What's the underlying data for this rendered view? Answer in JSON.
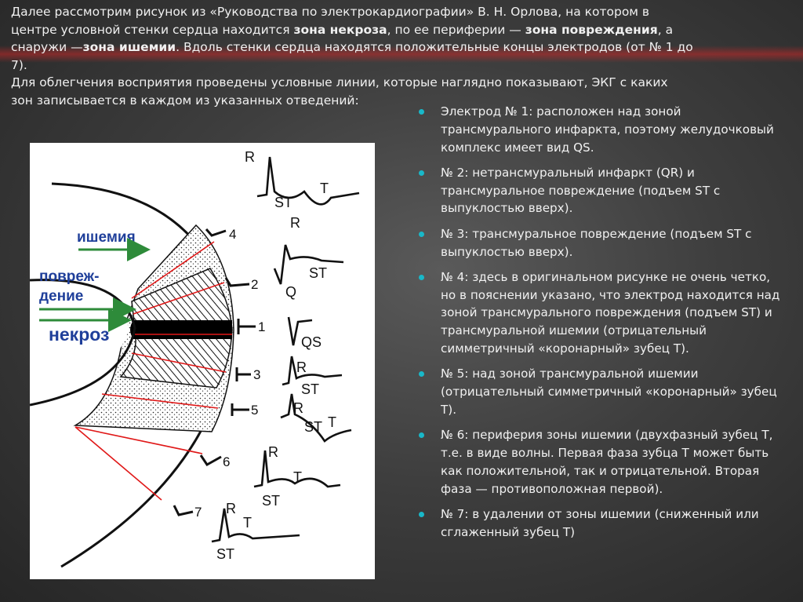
{
  "intro": {
    "line1_a": "Далее рассмотрим рисунок из «Руководства по электрокардиографии» В. Н. Орлова, на котором в",
    "line2_a": "центре условной стенки сердца находится ",
    "line2_b": "зона некроза",
    "line2_c": ", по ее периферии — ",
    "line2_d": "зона повреждения",
    "line2_e": ", а",
    "line3_a": "снаружи —",
    "line3_b": "зона ишемии",
    "line3_c": ". Вдоль стенки сердца находятся положительные концы электродов (от № 1 до",
    "line4": "7).",
    "line5": "Для облегчения восприятия проведены условные линии, которые наглядно показывают, ЭКГ с каких",
    "line6": "зон записывается в каждом из указанных отведений:"
  },
  "figure": {
    "zone_ischemia": "ишемия",
    "zone_injury_1": "повреж-",
    "zone_injury_2": "дение",
    "zone_necrosis": "некроз",
    "electrodes": [
      "4",
      "2",
      "1",
      "3",
      "5",
      "6",
      "7"
    ],
    "ecg_labels": {
      "r": "R",
      "st": "ST",
      "t": "T",
      "q": "Q",
      "qs": "QS"
    }
  },
  "bullets": [
    "Электрод № 1: расположен над зоной трансмурального инфаркта, поэтому желудочковый комплекс имеет вид QS.",
    "№ 2: нетрансмуральный инфаркт (QR) и трансмуральное повреждение (подъем ST с выпуклостью вверх).",
    "№ 3: трансмуральное повреждение (подъем ST с выпуклостью вверх).",
    "№ 4: здесь в оригинальном рисунке не очень четко, но в пояснении указано, что электрод находится над зоной трансмурального повреждения (подъем ST) и трансмуральной ишемии (отрицательный симметричный «коронарный» зубец T).",
    "№ 5: над зоной трансмуральной ишемии (отрицательный симметричный «коронарный» зубец T).",
    "№ 6: периферия зоны ишемии (двухфазный зубец T, т.е. в виде волны. Первая фаза зубца T может быть как положительной, так и отрицательной. Вторая фаза — противоположная первой).",
    "№ 7: в удалении от зоны ишемии (сниженный или сглаженный зубец T)"
  ],
  "colors": {
    "accent": "#19b8c9",
    "arrow_green": "#2e8b3a",
    "label_blue": "#1f3f9a",
    "guide_red": "#e01818"
  }
}
